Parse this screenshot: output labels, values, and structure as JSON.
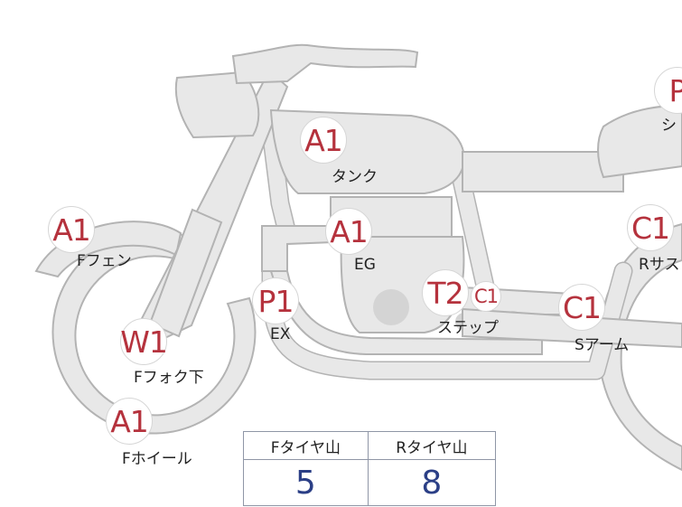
{
  "parts": [
    {
      "id": "tank",
      "code": "A1",
      "label": "タンク"
    },
    {
      "id": "f-fender",
      "code": "A1",
      "label": "Fフェン"
    },
    {
      "id": "eg",
      "code": "A1",
      "label": "EG"
    },
    {
      "id": "ex",
      "code": "P1",
      "label": "EX"
    },
    {
      "id": "step-t2",
      "code": "T2",
      "label": "ステップ"
    },
    {
      "id": "step-c1",
      "code": "C1",
      "label": ""
    },
    {
      "id": "s-arm",
      "code": "C1",
      "label": "Sアーム"
    },
    {
      "id": "r-sus",
      "code": "C1",
      "label": "Rサス"
    },
    {
      "id": "seat",
      "code": "P",
      "label": "シ"
    },
    {
      "id": "f-fork",
      "code": "W1",
      "label": "Fフォク下"
    },
    {
      "id": "f-wheel",
      "code": "A1",
      "label": "Fホイール"
    }
  ],
  "tire_table": {
    "headers": [
      "Fタイヤ山",
      "Rタイヤ山"
    ],
    "values": [
      "5",
      "8"
    ]
  },
  "colors": {
    "body_fill": "#e8e8e8",
    "outline": "#b3b3b3",
    "code_red": "#b5323d",
    "value_blue": "#2b3f86"
  }
}
